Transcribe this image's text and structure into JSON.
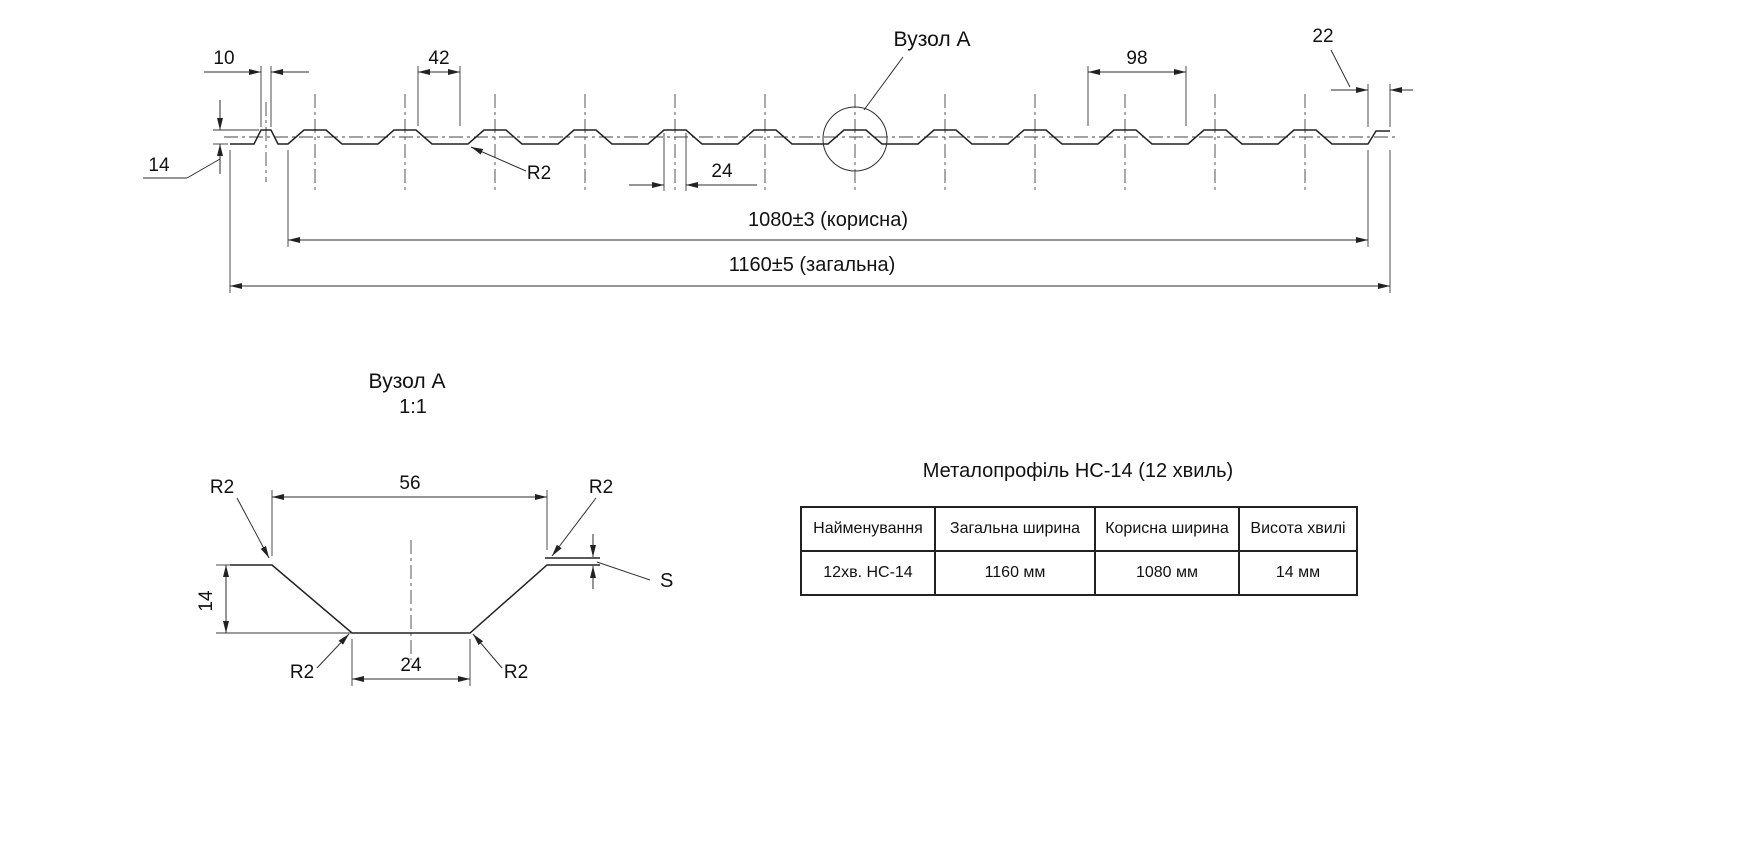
{
  "main_view": {
    "node_callout": "Вузол А",
    "dims": {
      "d10": "10",
      "d42": "42",
      "d98": "98",
      "d22": "22",
      "d14": "14",
      "d24": "24",
      "r2": "R2",
      "useful": "1080±3 (корисна)",
      "total": "1160±5 (загальна)"
    }
  },
  "detail_view": {
    "title": "Вузол А",
    "scale": "1:1",
    "d56": "56",
    "d24": "24",
    "d14": "14",
    "r2_top_left": "R2",
    "r2_top_right": "R2",
    "r2_bottom_left": "R2",
    "r2_bottom_right": "R2",
    "thickness": "S"
  },
  "table": {
    "title": "Металопрофіль НС-14 (12 хвиль)",
    "headers": [
      "Найменування",
      "Загальна ширина",
      "Корисна ширина",
      "Висота хвилі"
    ],
    "rows": [
      [
        "12хв. НС-14",
        "1160 мм",
        "1080 мм",
        "14 мм"
      ]
    ]
  },
  "colors": {
    "line": "#222222",
    "background": "#ffffff"
  }
}
